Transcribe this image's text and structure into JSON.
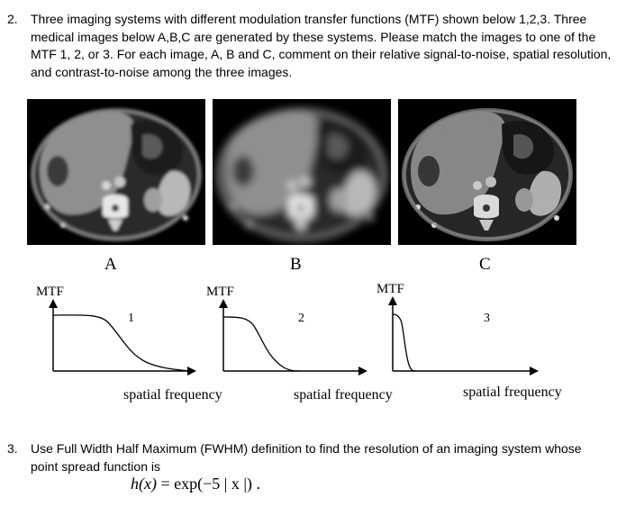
{
  "q2": {
    "number": "2.",
    "lines": [
      "Three imaging systems with different modulation transfer functions (MTF) shown below 1,2,3. Three",
      "medical images below A,B,C are generated by these systems. Please match the images to one of the",
      "MTF 1, 2, or 3. For each image, A, B and C, comment on their relative signal-to-noise, spatial resolution,",
      "and contrast-to-noise among the three images."
    ]
  },
  "images": [
    {
      "label": "A",
      "description_icon": "ct-liver-slice-icon",
      "blur": "moderate"
    },
    {
      "label": "B",
      "description_icon": "ct-liver-slice-icon",
      "blur": "strong"
    },
    {
      "label": "C",
      "description_icon": "ct-liver-slice-icon",
      "blur": "none-noisy"
    }
  ],
  "mtf_plots": [
    {
      "y_label": "MTF",
      "number": "1",
      "x_label": "spatial frequency",
      "shape": "slow-rolloff"
    },
    {
      "y_label": "MTF",
      "number": "2",
      "x_label": "spatial frequency",
      "shape": "medium-rolloff"
    },
    {
      "y_label": "MTF",
      "number": "3",
      "x_label": "spatial frequency",
      "shape": "fast-rolloff"
    }
  ],
  "q3": {
    "number": "3.",
    "lines": [
      "Use Full Width Half Maximum (FWHM) definition to find the resolution of an imaging system whose",
      "point spread function is"
    ],
    "formula": {
      "lhs": "h(x)",
      "rhs": " = exp(−5 | x |) ."
    }
  },
  "colors": {
    "text": "#000000",
    "image_background": "#000000"
  }
}
